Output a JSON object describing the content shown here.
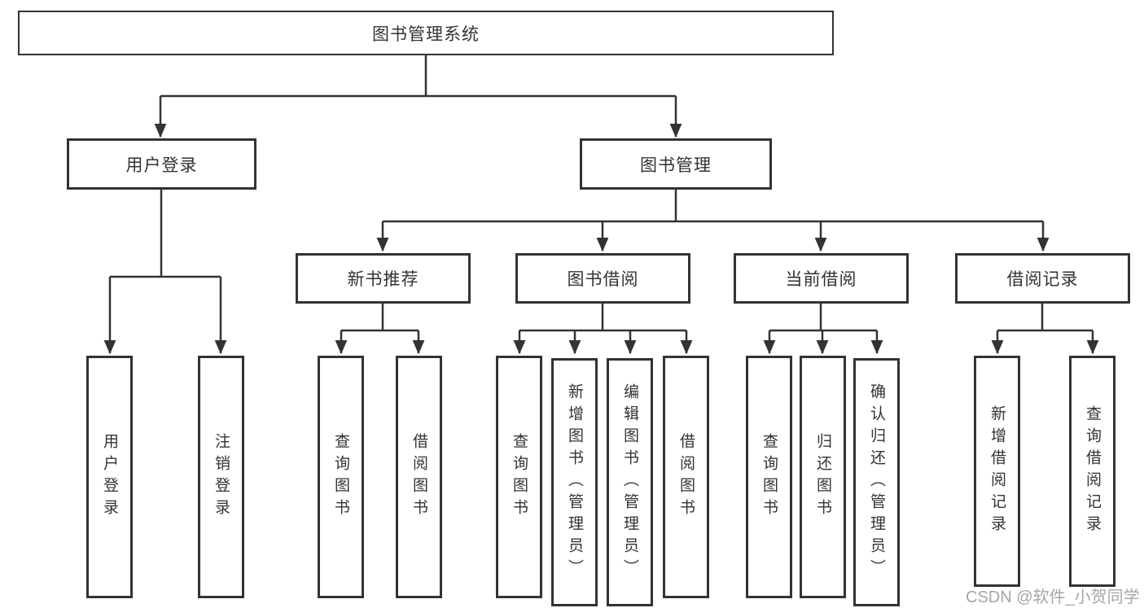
{
  "page": {
    "background": "#ffffff",
    "line_color": "#333333",
    "box_border_color": "#333333",
    "text_color": "#333333"
  },
  "tree": {
    "root": "图书管理系统",
    "children": [
      {
        "label": "用户登录",
        "children": [
          "用户登录",
          "注销登录"
        ]
      },
      {
        "label": "图书管理",
        "children": [
          {
            "label": "新书推荐",
            "children": [
              "查询图书",
              "借阅图书"
            ]
          },
          {
            "label": "图书借阅",
            "children": [
              "查询图书",
              "新增图书（管理员）",
              "编辑图书（管理员）",
              "借阅图书"
            ]
          },
          {
            "label": "当前借阅",
            "children": [
              "查询图书",
              "归还图书",
              "确认归还（管理员）"
            ]
          },
          {
            "label": "借阅记录",
            "children": [
              "新增借阅记录",
              "查询借阅记录"
            ]
          }
        ]
      }
    ]
  },
  "watermark": {
    "text": "CSDN @软件_小贺同学",
    "color": "#a5a5a5"
  }
}
